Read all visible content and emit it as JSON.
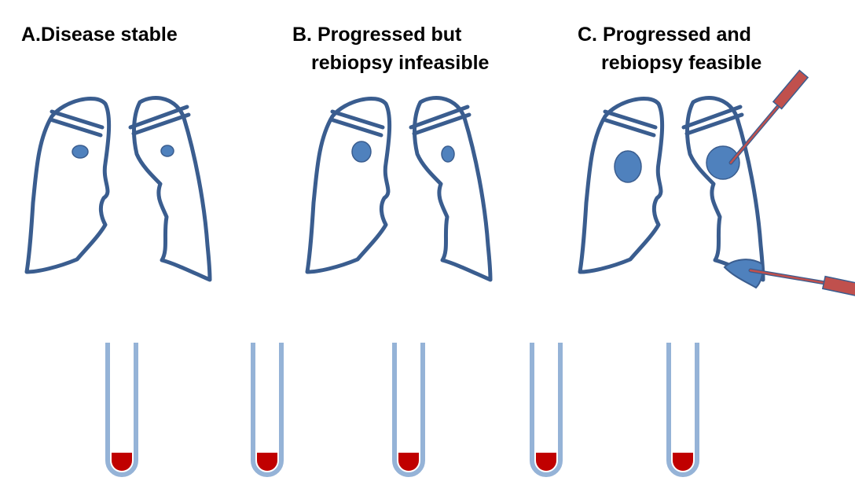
{
  "panels": [
    {
      "id": "A",
      "line1": "A.Disease stable",
      "line2": ""
    },
    {
      "id": "B",
      "line1": "B. Progressed but",
      "line2": "rebiopsy infeasible"
    },
    {
      "id": "C",
      "line1": "C. Progressed and",
      "line2": "rebiopsy feasible"
    }
  ],
  "colors": {
    "lung_outline": "#3a5d8f",
    "lesion": "#4f81bd",
    "needle": "#c0504d",
    "tube": "#95b3d7",
    "blood": "#c00000"
  },
  "icons": [
    "lung-icon",
    "biopsy-needle-icon",
    "blood-tube-icon"
  ]
}
